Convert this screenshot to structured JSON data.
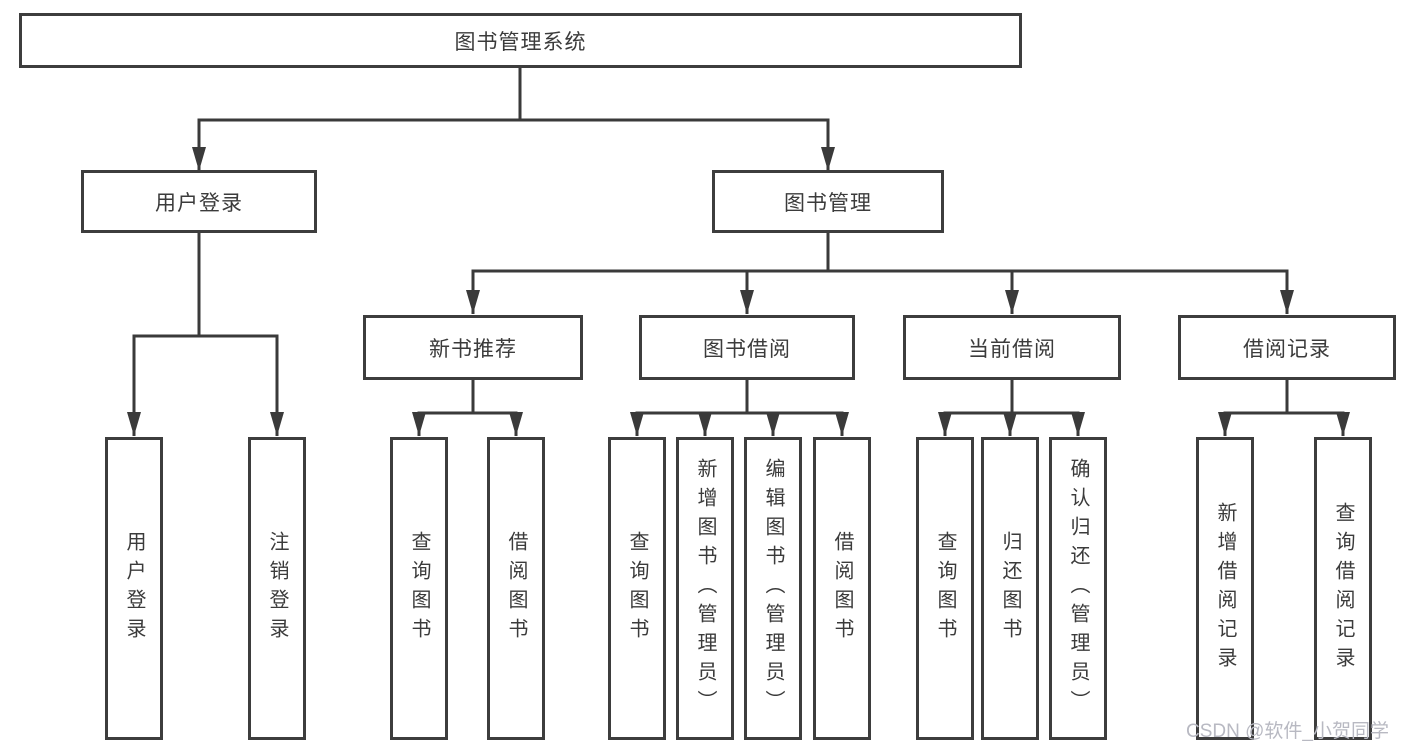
{
  "tree": {
    "root": "图书管理系统",
    "branches": [
      {
        "label": "用户登录",
        "leaves": [
          "用户登录",
          "注销登录"
        ]
      },
      {
        "label": "图书管理",
        "groups": [
          {
            "label": "新书推荐",
            "leaves": [
              "查询图书",
              "借阅图书"
            ]
          },
          {
            "label": "图书借阅",
            "leaves": [
              "查询图书",
              "新增图书（管理员）",
              "编辑图书（管理员）",
              "借阅图书"
            ]
          },
          {
            "label": "当前借阅",
            "leaves": [
              "查询图书",
              "归还图书",
              "确认归还（管理员）"
            ]
          },
          {
            "label": "借阅记录",
            "leaves": [
              "新增借阅记录",
              "查询借阅记录"
            ]
          }
        ]
      }
    ]
  },
  "watermark": {
    "text": "CSDN @软件_小贺同学"
  },
  "colors": {
    "line": "#3a3a3a",
    "border": "#3d3d3d",
    "text": "#3b3b3b",
    "watermark": "#b8b9c2",
    "background": "#ffffff"
  }
}
